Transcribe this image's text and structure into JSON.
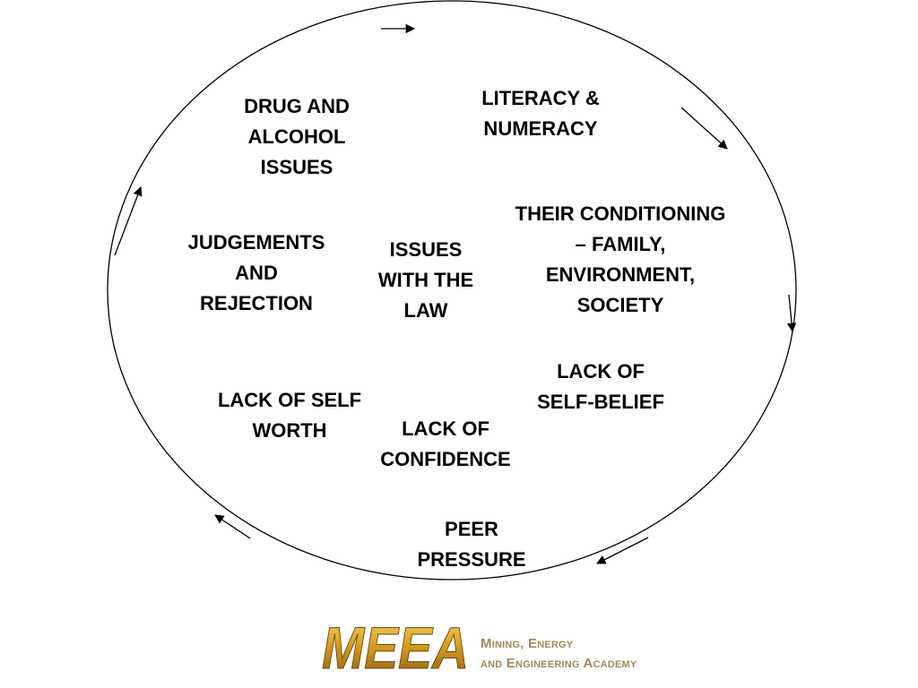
{
  "diagram": {
    "labels": {
      "drug": [
        "DRUG AND",
        "ALCOHOL",
        "ISSUES"
      ],
      "literacy": [
        "LITERACY &",
        "NUMERACY"
      ],
      "conditioning": [
        "THEIR CONDITIONING",
        "– FAMILY,",
        "ENVIRONMENT,",
        "SOCIETY"
      ],
      "judgements": [
        "JUDGEMENTS",
        "AND",
        "REJECTION"
      ],
      "law": [
        "ISSUES",
        "WITH THE",
        "LAW"
      ],
      "self_belief": [
        "LACK OF",
        "SELF-BELIEF"
      ],
      "self_worth": [
        "LACK OF SELF",
        "WORTH"
      ],
      "confidence": [
        "LACK OF",
        "CONFIDENCE"
      ],
      "peer": [
        "PEER",
        "PRESSURE"
      ]
    },
    "arrow_direction": "clockwise"
  },
  "logo": {
    "mark": "MEEA",
    "line1": "Mining, Energy",
    "line2": "and Engineering Academy",
    "mark_color": "#d8a020",
    "text_color": "#a08a58"
  }
}
